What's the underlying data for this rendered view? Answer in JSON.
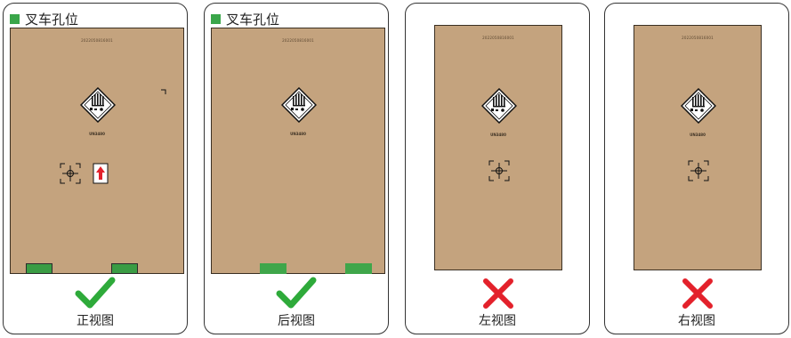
{
  "legend": {
    "label": "叉车孔位",
    "swatch_color": "#3aa64a"
  },
  "colors": {
    "box": "#c4a37e",
    "correct": "#2eaa3a",
    "wrong": "#e3212b",
    "arrow": "#e3212b"
  },
  "panels": [
    {
      "view_label": "正视图",
      "serial": "2022050816001",
      "un_number": "UN3480",
      "verdict": "check-icon",
      "shows_legend": true
    },
    {
      "view_label": "后视图",
      "serial": "2022050816001",
      "un_number": "UN3480",
      "verdict": "check-icon",
      "shows_legend": true
    },
    {
      "view_label": "左视图",
      "serial": "2022050816001",
      "un_number": "UN3480",
      "verdict": "cross-icon",
      "shows_legend": false
    },
    {
      "view_label": "右视图",
      "serial": "2022050816001",
      "un_number": "UN3480",
      "verdict": "cross-icon",
      "shows_legend": false
    }
  ]
}
